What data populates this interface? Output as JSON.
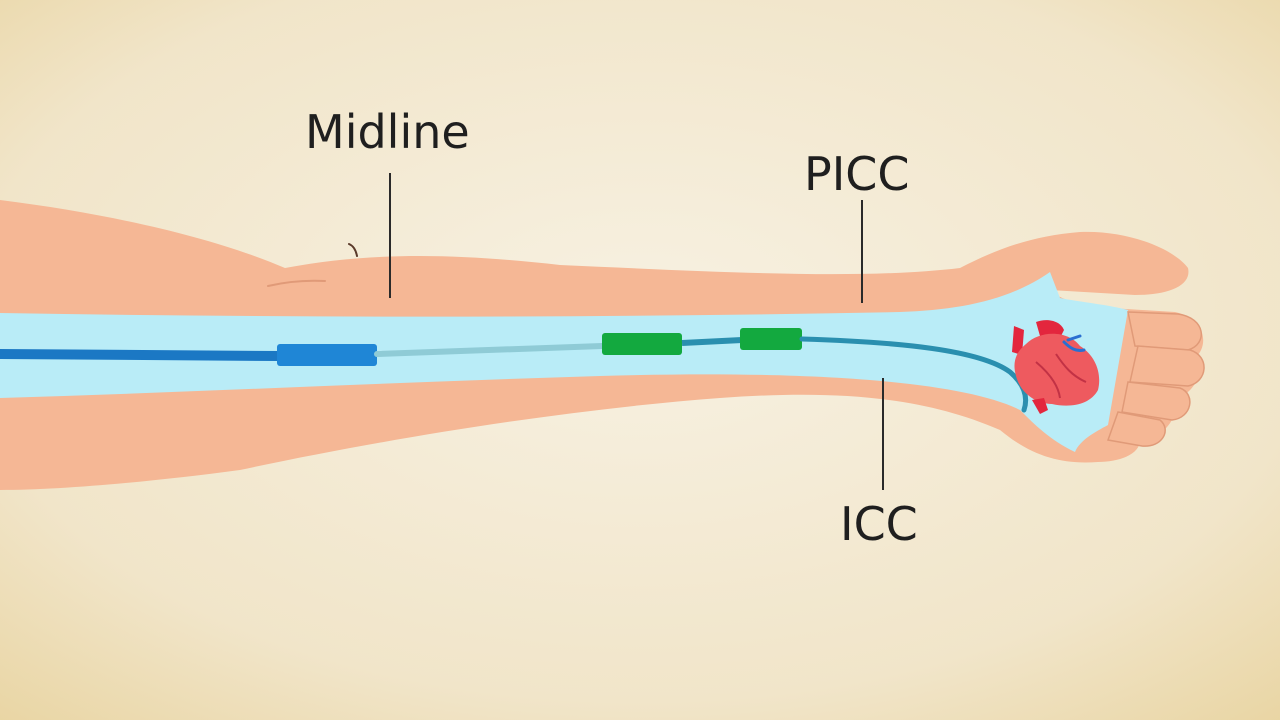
{
  "labels": {
    "midline": "Midline",
    "picc": "PICC",
    "icc": "ICC"
  },
  "colors": {
    "background_center": "#f6efdd",
    "background_edge": "#ecd9a9",
    "skin": "#f5b795",
    "skin_outline": "#e09a78",
    "vein": "#b9ecf7",
    "catheter_dark_blue": "#1b78c4",
    "catheter_light": "#8fcbd6",
    "catheter_teal": "#2a8faf",
    "cuff_green": "#13a93f",
    "heart_red": "#ee5a5f",
    "vessel_red": "#e3263d",
    "vessel_blue": "#2a6fd1",
    "label_text": "#1f1f1f"
  }
}
